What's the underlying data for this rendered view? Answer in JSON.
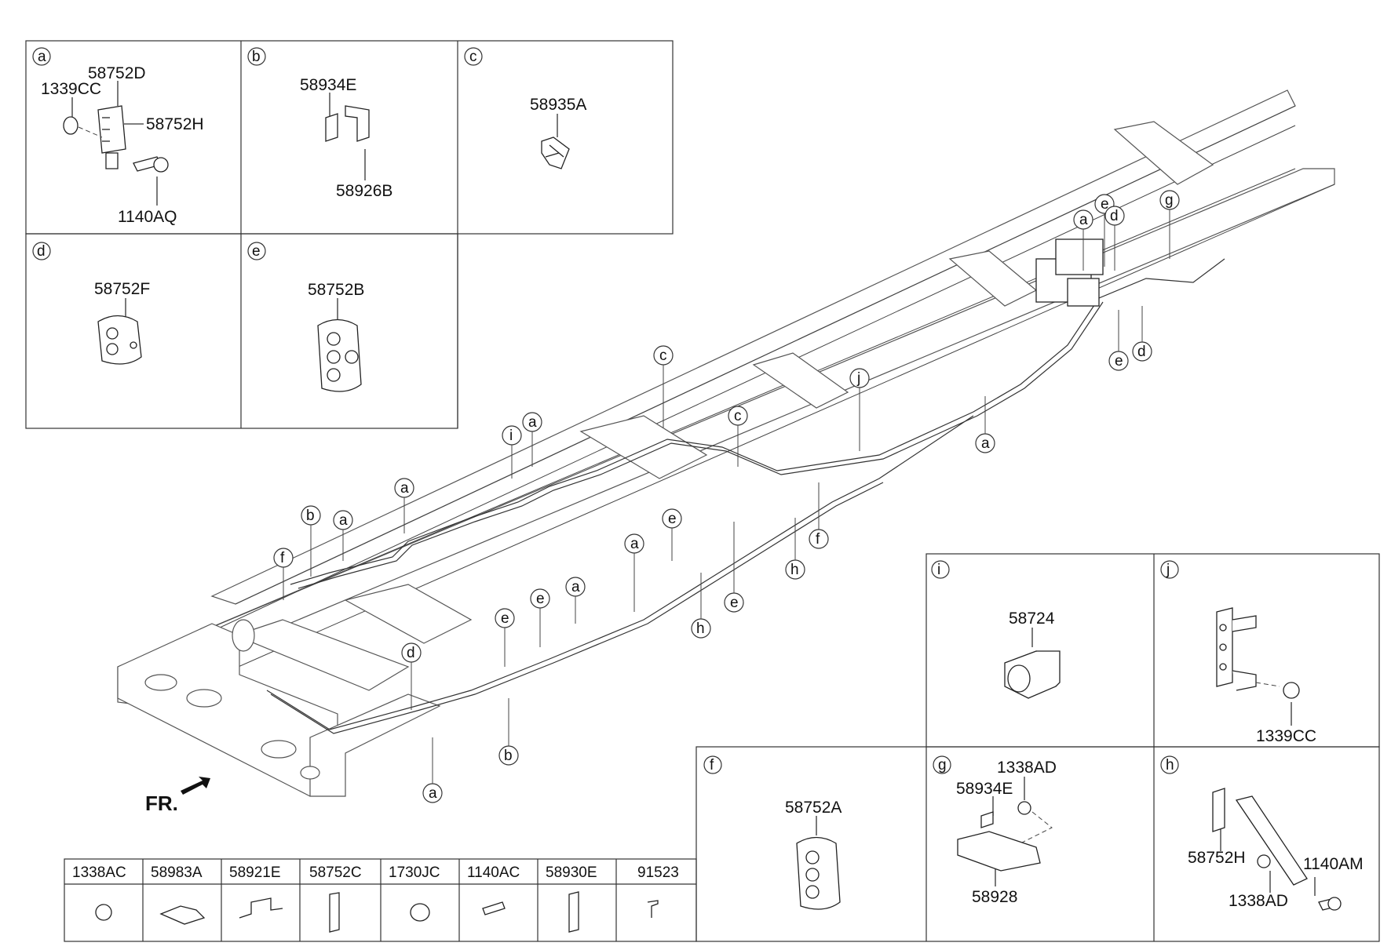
{
  "detail_panels": [
    {
      "letter": "a",
      "parts": [
        "58752D",
        "1339CC",
        "58752H",
        "1140AQ"
      ]
    },
    {
      "letter": "b",
      "parts": [
        "58934E",
        "58926B"
      ]
    },
    {
      "letter": "c",
      "parts": [
        "58935A"
      ]
    },
    {
      "letter": "d",
      "parts": [
        "58752F"
      ]
    },
    {
      "letter": "e",
      "parts": [
        "58752B"
      ]
    },
    {
      "letter": "i",
      "parts": [
        "58724"
      ]
    },
    {
      "letter": "j",
      "parts": [
        "1339CC"
      ]
    },
    {
      "letter": "f",
      "parts": [
        "58752A"
      ]
    },
    {
      "letter": "g",
      "parts": [
        "1338AD",
        "58934E",
        "58928"
      ]
    },
    {
      "letter": "h",
      "parts": [
        "58752H",
        "1140AM",
        "1338AD"
      ]
    }
  ],
  "parts_table": {
    "headers": [
      "1338AC",
      "58983A",
      "58921E",
      "58752C",
      "1730JC",
      "1140AC",
      "58930E",
      "91523"
    ]
  },
  "callouts": [
    "a",
    "e",
    "d",
    "g",
    "e",
    "d",
    "a",
    "j",
    "c",
    "c",
    "a",
    "i",
    "a",
    "a",
    "b",
    "a",
    "f",
    "e",
    "f",
    "h",
    "e",
    "a",
    "h",
    "e",
    "e",
    "a",
    "d",
    "b",
    "a"
  ],
  "direction_label": "FR."
}
